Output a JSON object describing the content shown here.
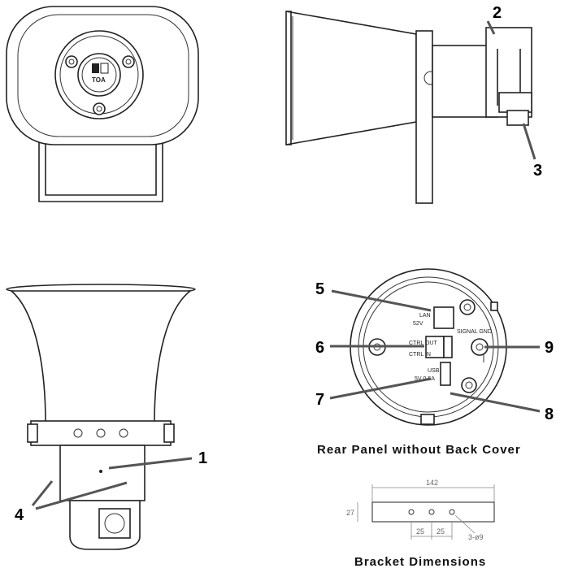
{
  "logo_text": "TOA",
  "callouts": {
    "c1": "1",
    "c2": "2",
    "c3": "3",
    "c4": "4",
    "c5": "5",
    "c6": "6",
    "c7": "7",
    "c8": "8",
    "c9": "9"
  },
  "rear_panel": {
    "caption": "Rear Panel without Back Cover",
    "lan_label": "LAN",
    "lan_voltage": "52V",
    "signal_gnd": "SIGNAL GND",
    "ctrl_out": "CTRL OUT",
    "ctrl_in": "CTRL IN",
    "usb_label": "USB",
    "usb_rating": "5V 0.5A"
  },
  "bracket": {
    "caption": "Bracket Dimensions",
    "width": "142",
    "height": "27",
    "spacing_left": "25",
    "spacing_right": "25",
    "hole": "3-ø9"
  }
}
